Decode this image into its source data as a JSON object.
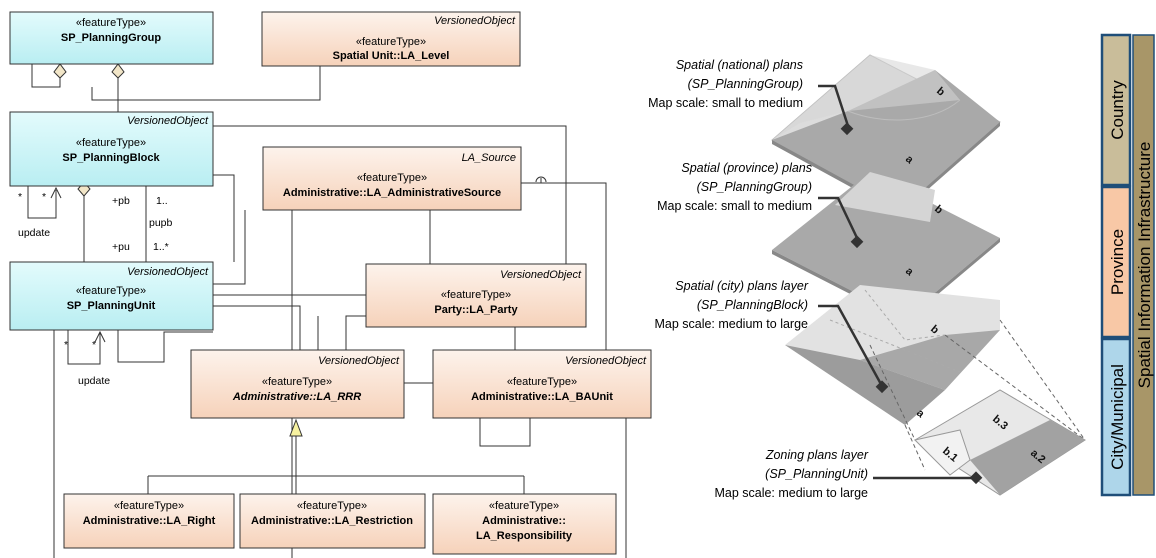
{
  "uml": {
    "classes": {
      "planning_group": {
        "stereotype": "«featureType»",
        "name": "SP_PlanningGroup"
      },
      "level": {
        "super": "VersionedObject",
        "stereotype": "«featureType»",
        "name": "Spatial Unit::LA_Level"
      },
      "planning_block": {
        "super": "VersionedObject",
        "stereotype": "«featureType»",
        "name": "SP_PlanningBlock"
      },
      "admin_source": {
        "super": "LA_Source",
        "stereotype": "«featureType»",
        "name": "Administrative::LA_AdministrativeSource"
      },
      "planning_unit": {
        "super": "VersionedObject",
        "stereotype": "«featureType»",
        "name": "SP_PlanningUnit"
      },
      "party": {
        "super": "VersionedObject",
        "stereotype": "«featureType»",
        "name": "Party::LA_Party"
      },
      "rrr": {
        "super": "VersionedObject",
        "stereotype": "«featureType»",
        "name": "Administrative::LA_RRR"
      },
      "baunit": {
        "super": "VersionedObject",
        "stereotype": "«featureType»",
        "name": "Administrative::LA_BAUnit"
      },
      "right": {
        "stereotype": "«featureType»",
        "name": "Administrative::LA_Right"
      },
      "restriction": {
        "stereotype": "«featureType»",
        "name": "Administrative::LA_Restriction"
      },
      "responsibility": {
        "stereotype": "«featureType»",
        "name_line1": "Administrative::",
        "name_line2": "LA_Responsibility"
      }
    },
    "labels": {
      "star1": "*",
      "star2": "*",
      "update1": "update",
      "pb": "+pb",
      "one_dots": "1..",
      "pupb": "pupb",
      "pu": "+pu",
      "one_star": "1..*",
      "star3": "*",
      "star4": "*",
      "update2": "update"
    }
  },
  "layers": {
    "national": {
      "line1": "Spatial (national) plans",
      "line2": "(SP_PlanningGroup)",
      "line3": "Map scale: small to medium",
      "part_a": "a",
      "part_b": "b"
    },
    "province": {
      "line1": "Spatial (province) plans",
      "line2": "(SP_PlanningGroup)",
      "line3": "Map scale: small to medium",
      "part_a": "a",
      "part_b": "b"
    },
    "city": {
      "line1": "Spatial (city) plans layer",
      "line2": "(SP_PlanningBlock)",
      "line3": "Map scale: medium to large",
      "part_a": "a",
      "part_b": "b"
    },
    "zoning": {
      "line1": "Zoning plans layer",
      "line2": "(SP_PlanningUnit)",
      "line3": "Map scale: medium to large",
      "part_b1": "b.1",
      "part_b3": "b.3",
      "part_a2": "a.2"
    }
  },
  "sidebar": {
    "country": "Country",
    "province": "Province",
    "municipal": "City/Municipal",
    "sdi": "Spatial Information Infrastructure"
  },
  "colors": {
    "class_blue": "#ccf5f7",
    "class_peach_top": "#fdf2ea",
    "class_peach_bottom": "#f7d4bd",
    "country": "#c9bd9a",
    "province": "#f8c8a6",
    "municipal": "#aed6ea",
    "sdi": "#a89668"
  }
}
